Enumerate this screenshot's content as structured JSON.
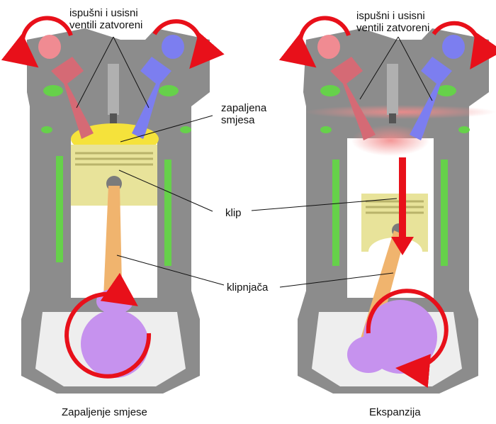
{
  "labels": {
    "valves_closed_left": [
      "ispušni i usisni",
      "ventili zatvoreni"
    ],
    "valves_closed_right": [
      "ispušni i usisni",
      "ventili zatvoreni"
    ],
    "ignited_mixture": [
      "zapaljena",
      "smjesa"
    ],
    "piston": "klip",
    "connecting_rod": "klipnjača"
  },
  "captions": {
    "left": "Zapaljenje smjese",
    "right": "Ekspanzija"
  },
  "colors": {
    "housing": "#8c8c8c",
    "coolant": "#66d14a",
    "piston": "#e8e39a",
    "ignition": "#f5e23b",
    "rod": "#f0b46e",
    "crank": "#c692ee",
    "exhaust_valve": "#d56a75",
    "intake_valve": "#7c7ef0",
    "arrow": "#e8101a"
  }
}
